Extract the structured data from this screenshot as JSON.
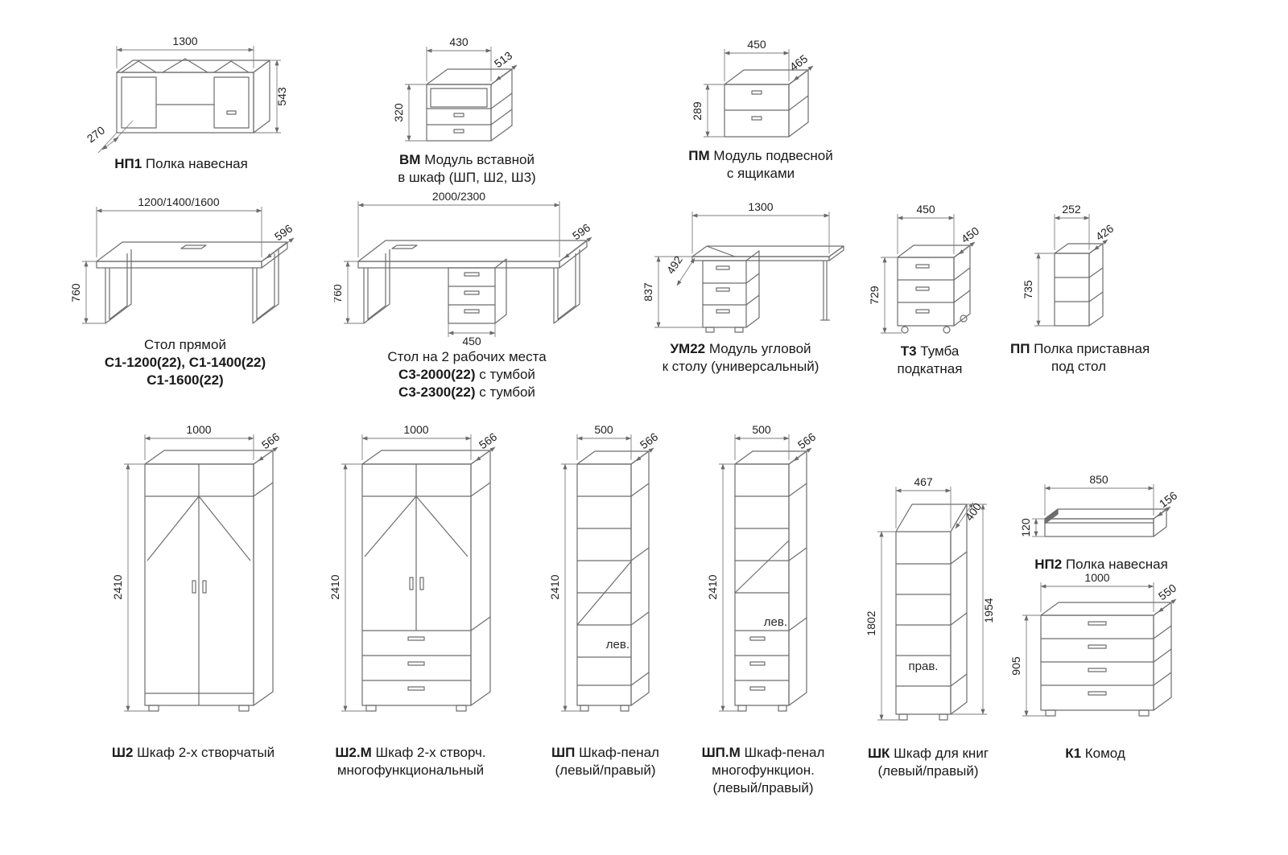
{
  "items": {
    "np1": {
      "code": "НП1",
      "name": "Полка навесная",
      "dim_w": "1300",
      "dim_h": "543",
      "dim_d": "270"
    },
    "vm": {
      "code": "ВМ",
      "name1": "Модуль вставной",
      "name2": "в шкаф (ШП, Ш2, Ш3)",
      "dim_w": "430",
      "dim_d": "513",
      "dim_h": "320"
    },
    "pm": {
      "code": "ПМ",
      "name1": "Модуль подвесной",
      "name2": "с ящиками",
      "dim_w": "450",
      "dim_d": "465",
      "dim_h": "289"
    },
    "s1": {
      "name": "Стол прямой",
      "codes1": "С1-1200(22), С1-1400(22)",
      "codes2": "С1-1600(22)",
      "dim_w": "1200/1400/1600",
      "dim_d": "596",
      "dim_h": "760"
    },
    "s3": {
      "name": "Стол на 2 рабочих места",
      "code1": "С3-2000(22)",
      "rest1": "с тумбой",
      "code2": "С3-2300(22)",
      "rest2": "с тумбой",
      "dim_w": "2000/2300",
      "dim_d": "596",
      "dim_h": "760",
      "dim_ped": "450"
    },
    "um22": {
      "code": "УМ22",
      "name1": "Модуль угловой",
      "name2": "к столу (универсальный)",
      "dim_w": "1300",
      "dim_d": "492",
      "dim_h": "837"
    },
    "t3": {
      "code": "Т3",
      "name1": "Тумба",
      "name2": "подкатная",
      "dim_w": "450",
      "dim_d": "450",
      "dim_h": "729"
    },
    "pp": {
      "code": "ПП",
      "name1": "Полка приставная",
      "name2": "под стол",
      "dim_w": "252",
      "dim_d": "426",
      "dim_h": "735"
    },
    "sh2": {
      "code": "Ш2",
      "name": "Шкаф 2-х створчатый",
      "dim_w": "1000",
      "dim_d": "566",
      "dim_h": "2410"
    },
    "sh2m": {
      "code": "Ш2.М",
      "name1": "Шкаф 2-х створч.",
      "name2": "многофункциональный",
      "dim_w": "1000",
      "dim_d": "566",
      "dim_h": "2410"
    },
    "shp": {
      "code": "ШП",
      "name1": "Шкаф-пенал",
      "name2": "(левый/правый)",
      "dim_w": "500",
      "dim_d": "566",
      "dim_h": "2410",
      "side": "лев."
    },
    "shpm": {
      "code": "ШП.М",
      "name1": "Шкаф-пенал",
      "name2": "многофункцион.",
      "name3": "(левый/правый)",
      "dim_w": "500",
      "dim_d": "566",
      "dim_h": "2410",
      "side": "лев."
    },
    "shk": {
      "code": "ШК",
      "name1": "Шкаф для книг",
      "name2": "(левый/правый)",
      "dim_w": "467",
      "dim_d": "400",
      "dim_h_front": "1802",
      "dim_h_back": "1954",
      "side": "прав."
    },
    "np2": {
      "code": "НП2",
      "name": "Полка навесная",
      "dim_w": "850",
      "dim_d": "156",
      "dim_h": "120"
    },
    "k1": {
      "code": "К1",
      "name": "Комод",
      "dim_w": "1000",
      "dim_d": "550",
      "dim_h": "905"
    }
  }
}
